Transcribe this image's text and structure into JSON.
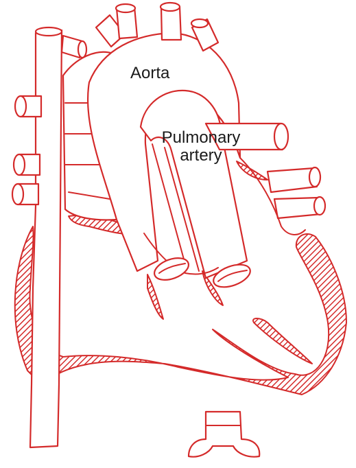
{
  "labels": {
    "aorta": "Aorta",
    "pulmonary_line1": "Pulmonary",
    "pulmonary_line2": "artery"
  },
  "colors": {
    "outline": "#d42a2a",
    "background": "#ffffff",
    "text": "#1a1a1a"
  }
}
